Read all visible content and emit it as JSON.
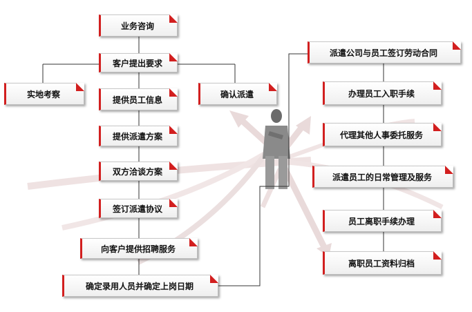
{
  "colors": {
    "accent": "#d21f1f",
    "line": "#333333",
    "box_fill": "#f2f2f2"
  },
  "left_flow": {
    "consult": "业务咨询",
    "requirements": "客户提出要求",
    "site_visit": "实地考察",
    "employee_info": "提供员工信息",
    "confirm_dispatch": "确认派遣",
    "dispatch_plan": "提供派遣方案",
    "negotiate": "双方洽谈方案",
    "sign_agreement": "签订派遣协议",
    "recruit_service": "向客户提供招聘服务",
    "confirm_hire": "确定录用人员并确定上岗日期"
  },
  "right_flow": {
    "labor_contract": "派遣公司与员工签订劳动合同",
    "onboarding": "办理员工入职手续",
    "hr_services": "代理其他人事委托服务",
    "daily_management": "派遣员工的日常管理及服务",
    "offboarding": "员工离职手续办理",
    "archive": "离职员工资料归档"
  }
}
